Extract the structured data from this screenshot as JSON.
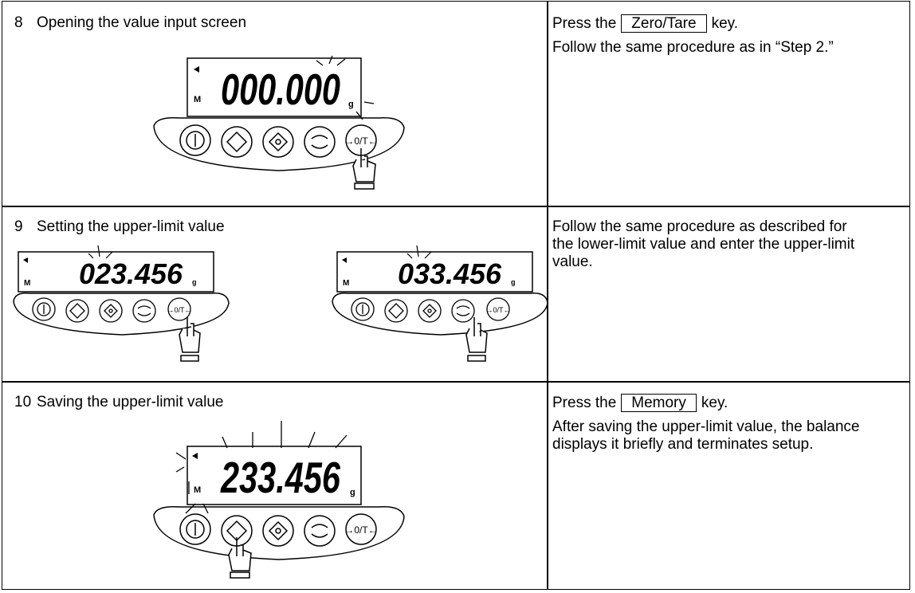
{
  "rows": [
    {
      "number": "8",
      "title": "Opening the value input screen",
      "display": "000.000",
      "unit": "g",
      "indicator_m": "M",
      "desc_prefix": "Press the",
      "key_label": "Zero/Tare",
      "desc_suffix": "key.",
      "desc_line2": "Follow the same procedure as in “Step 2.”"
    },
    {
      "number": "9",
      "title": "Setting the upper-limit value",
      "display_left": "023.456",
      "display_right": "033.456",
      "unit": "g",
      "indicator_m": "M",
      "desc": "Follow the same procedure as described for the lower-limit value and enter the upper-limit value."
    },
    {
      "number": "10",
      "title": "Saving the upper-limit value",
      "display": "233.456",
      "unit": "g",
      "indicator_m": "M",
      "desc_prefix": "Press the",
      "key_label": "Memory",
      "desc_suffix": "key.",
      "desc_line2": "After saving the upper-limit value, the balance displays it briefly and terminates setup."
    }
  ],
  "keypad": {
    "power_key": "power-icon",
    "memory_key": "memory-icon",
    "target_key": "target-icon",
    "cycle_key": "cycle-icon",
    "zero_tare_key": "→0/T←"
  }
}
